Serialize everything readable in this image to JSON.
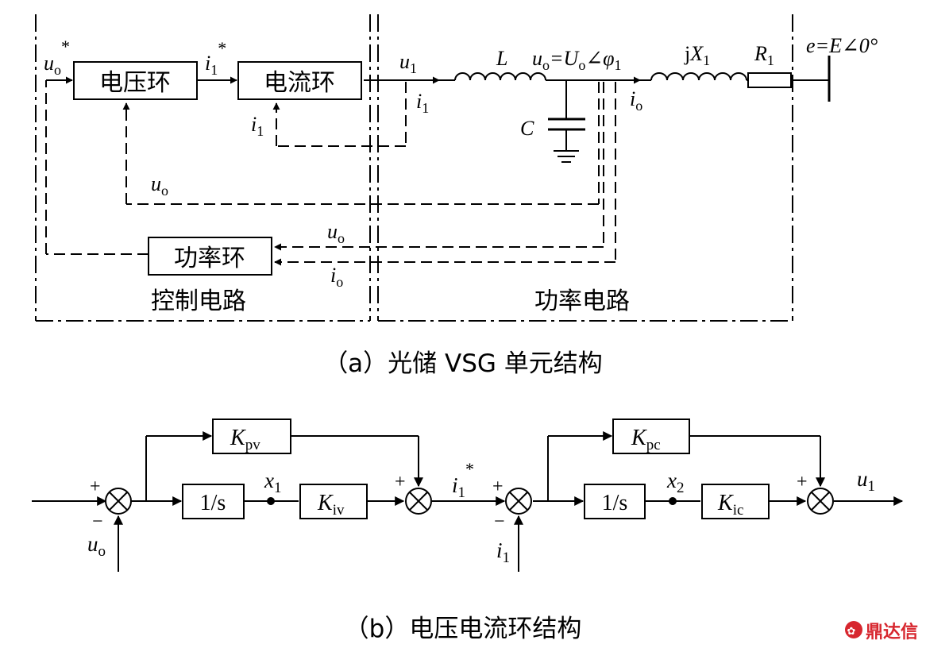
{
  "part_a": {
    "caption": "（a）光储 VSG 单元结构",
    "blocks": {
      "voltage_loop": "电压环",
      "current_loop": "电流环",
      "power_loop": "功率环"
    },
    "regions": {
      "control": "控制电路",
      "power": "功率电路"
    },
    "signals": {
      "uo_ref_u": "u",
      "uo_ref_sub": "o",
      "uo_ref_star": "*",
      "i1_ref_i": "i",
      "i1_ref_sub": "1",
      "i1_ref_star": "*",
      "u1_u": "u",
      "u1_sub": "1",
      "i1_top_i": "i",
      "i1_top_sub": "1",
      "i1_fb_i": "i",
      "i1_fb_sub": "1",
      "uo_fb_u": "u",
      "uo_fb_sub": "o",
      "uo_pw_u": "u",
      "uo_pw_sub": "o",
      "io_pw_i": "i",
      "io_pw_sub": "o",
      "io_line_i": "i",
      "io_line_sub": "o"
    },
    "components": {
      "L": "L",
      "C": "C",
      "uo_eq_u": "u",
      "uo_eq_sub": "o",
      "uo_eq_mid": "=U",
      "uo_eq_sub2": "o",
      "uo_eq_angle": "∠φ",
      "uo_eq_sub3": "1",
      "jX_j": "j",
      "jX_X": "X",
      "jX_sub": "1",
      "R_R": "R",
      "R_sub": "1",
      "e_eq": "e=E∠0°"
    }
  },
  "part_b": {
    "caption": "（b）电压电流环结构",
    "blocks": {
      "kpv_K": "K",
      "kpv_sub": "pv",
      "kiv_K": "K",
      "kiv_sub": "iv",
      "kpc_K": "K",
      "kpc_sub": "pc",
      "kic_K": "K",
      "kic_sub": "ic",
      "int1": "1/s",
      "int2": "1/s"
    },
    "signs": {
      "plus": "+",
      "minus": "−"
    },
    "signals": {
      "uo_in_u": "u",
      "uo_in_sub": "o",
      "x1_x": "x",
      "x1_sub": "1",
      "i1ref_i": "i",
      "i1ref_sub": "1",
      "i1ref_star": "*",
      "x2_x": "x",
      "x2_sub": "2",
      "i1_in_i": "i",
      "i1_in_sub": "1",
      "u1_out_u": "u",
      "u1_out_sub": "1"
    }
  },
  "watermark": "鼎达信"
}
